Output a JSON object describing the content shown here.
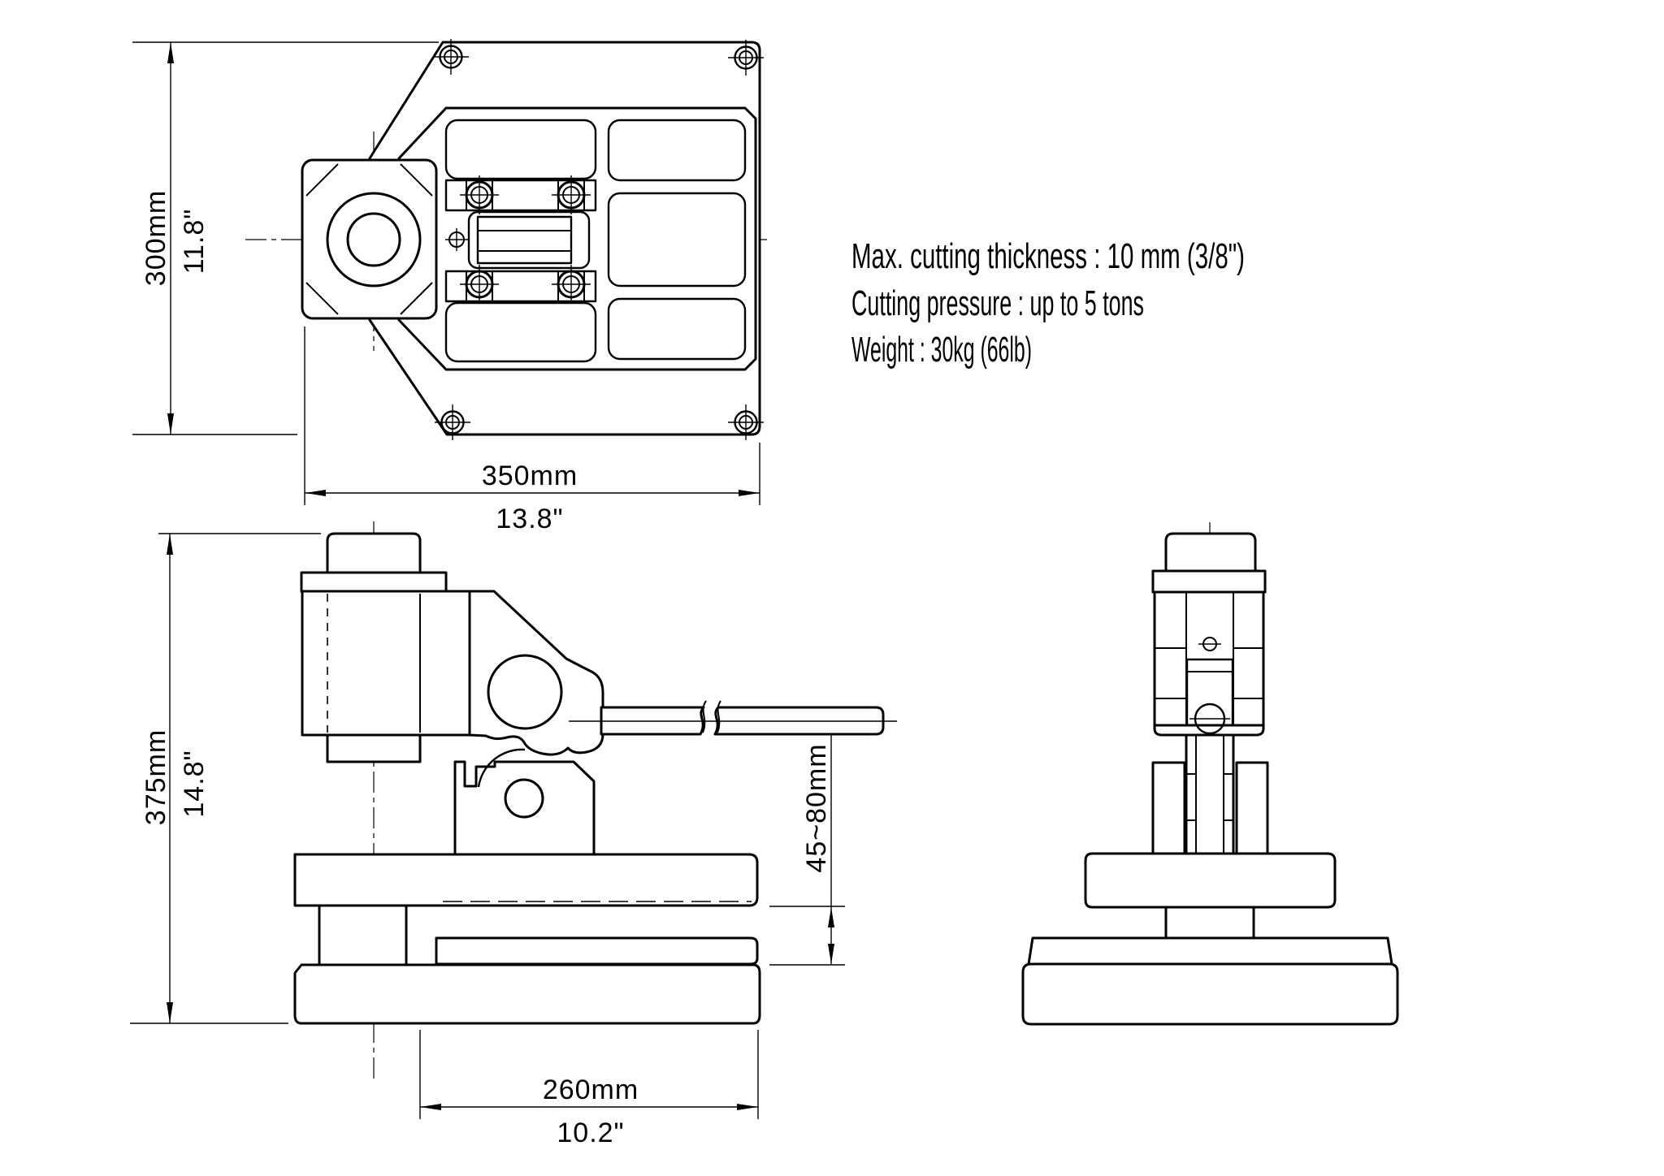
{
  "drawing": {
    "title": "punching machine three-view technical drawing",
    "specs": {
      "line1": "Max. cutting thickness : 10 mm  (3/8\")",
      "line2": "Cutting pressure : up to 5 tons",
      "line3": "Weight : 30kg (66lb)"
    },
    "dimensions": {
      "top_view_height_mm": "300mm",
      "top_view_height_in": "11.8\"",
      "top_view_width_mm": "350mm",
      "top_view_width_in": "13.8\"",
      "front_view_height_mm": "375mm",
      "front_view_height_in": "14.8\"",
      "base_width_mm": "260mm",
      "base_width_in": "10.2\"",
      "cutting_gap_range": "45~80mm"
    },
    "colors": {
      "line": "#000000",
      "background": "#ffffff"
    }
  }
}
